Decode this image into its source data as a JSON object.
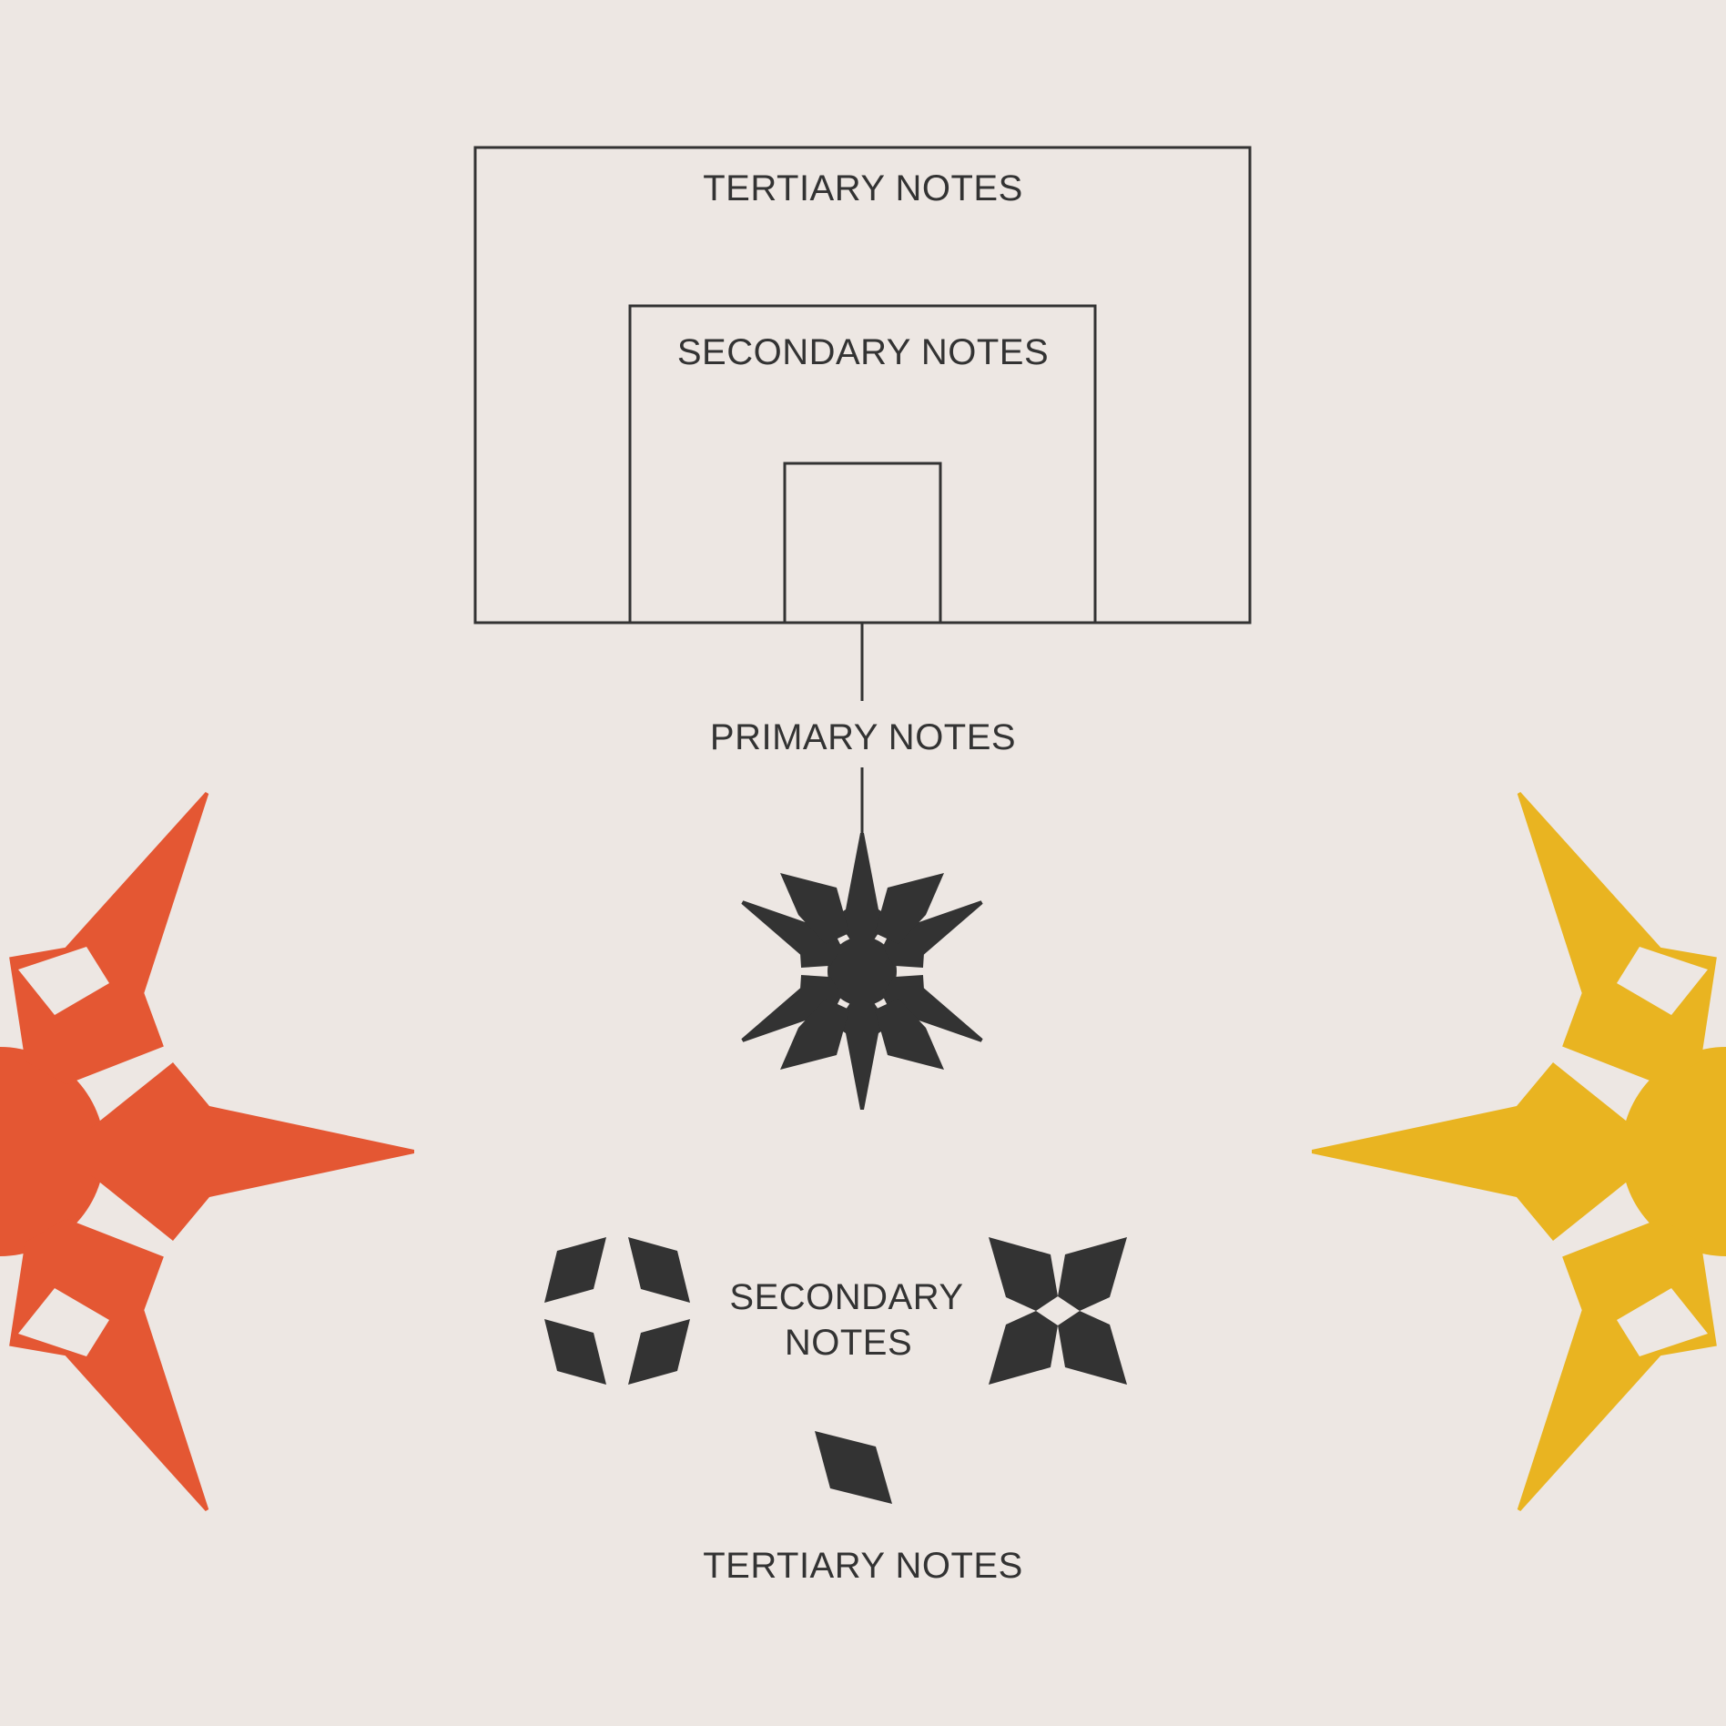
{
  "colors": {
    "background": "#ede7e3",
    "ink": "#333333",
    "orange": "#e45733",
    "yellow": "#e9b421"
  },
  "diagram": {
    "top_box_outer_label": "TERTIARY NOTES",
    "top_box_middle_label": "SECONDARY NOTES",
    "connector_label": "PRIMARY NOTES",
    "secondary_label_line1": "SECONDARY",
    "secondary_label_line2": "NOTES",
    "bottom_label": "TERTIARY NOTES"
  },
  "icons": {
    "primary_mark": "six-point-star-icon",
    "secondary_mark_ring": "four-diamond-ring-icon",
    "secondary_mark_cross": "four-point-cross-icon",
    "tertiary_mark": "single-diamond-icon",
    "decor_left": "orange-star-icon",
    "decor_right": "yellow-star-icon"
  }
}
